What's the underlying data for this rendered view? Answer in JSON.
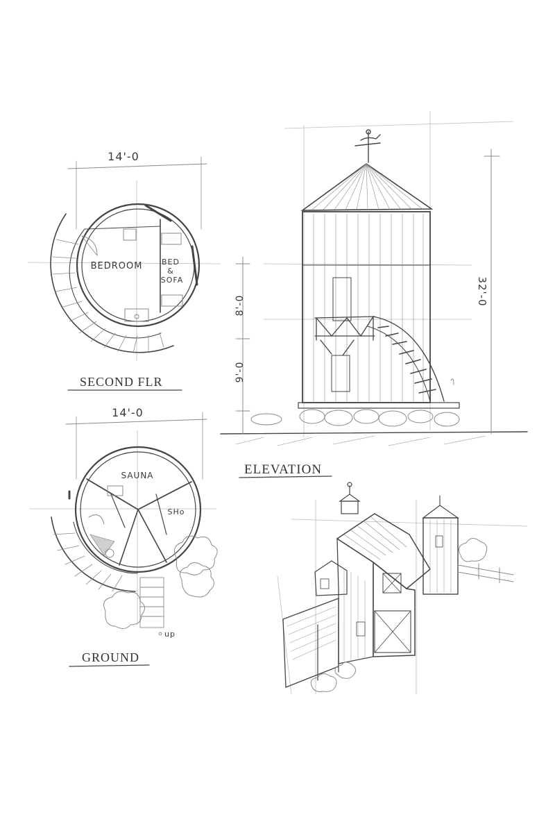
{
  "second_floor": {
    "title": "SECOND FLR",
    "dimension": "14'-0",
    "rooms": {
      "bedroom": "BEDROOM",
      "bed": "BED",
      "amp": "&",
      "sofa": "SOFA"
    }
  },
  "ground_floor": {
    "title": "GROUND",
    "dimension": "14'-0",
    "rooms": {
      "sauna": "SAUNA",
      "shower": "SHo"
    },
    "stair_note": "up"
  },
  "elevation": {
    "title": "ELEVATION",
    "dim_upper": "8'-0",
    "dim_lower": "9'-0",
    "dim_total": "32'-0"
  },
  "colors": {
    "ink": "#444444",
    "light": "#8a8a8a",
    "paper": "#ffffff"
  }
}
